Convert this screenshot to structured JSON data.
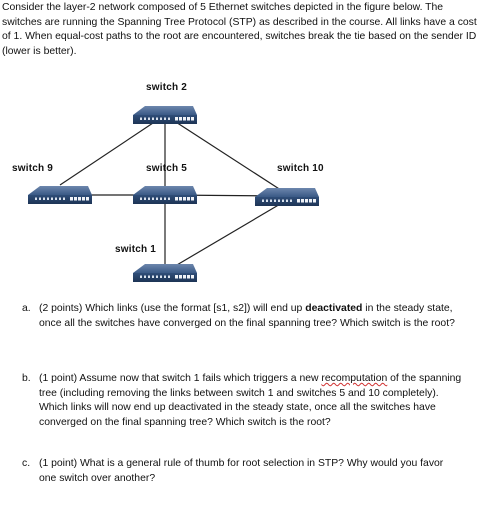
{
  "intro": "Consider the layer-2 network composed of 5 Ethernet switches depicted in the figure below. The switches are running the Spanning Tree Protocol (STP) as described in the course. All links have a cost of 1. When equal-cost paths to the root are encountered, switches break the tie based on the sender ID (lower is better).",
  "diagram": {
    "switches": {
      "s2": "switch 2",
      "s9": "switch 9",
      "s5": "switch 5",
      "s10": "switch 10",
      "s1": "switch 1"
    },
    "device_color": "#2f4d78"
  },
  "questions": {
    "a": {
      "marker": "a.",
      "pre": "(2 points) Which links (use the format [s1, s2]) will end up ",
      "bold": "deactivated",
      "post": " in the steady state, once all the switches have converged on the final spanning tree? Which switch is the root?"
    },
    "b": {
      "marker": "b.",
      "pre": "(1 point) Assume now that switch 1 fails which triggers a new ",
      "wavy": "recomputation",
      "post": " of the spanning tree (including removing the links between switch 1 and switches 5 and 10 completely). Which links will now end up deactivated in the steady state, once all the switches have converged on the final spanning tree? Which switch is the root?"
    },
    "c": {
      "marker": "c.",
      "text": "(1 point) What is a general rule of thumb for root selection in STP? Why would you favor one switch over another?"
    }
  }
}
